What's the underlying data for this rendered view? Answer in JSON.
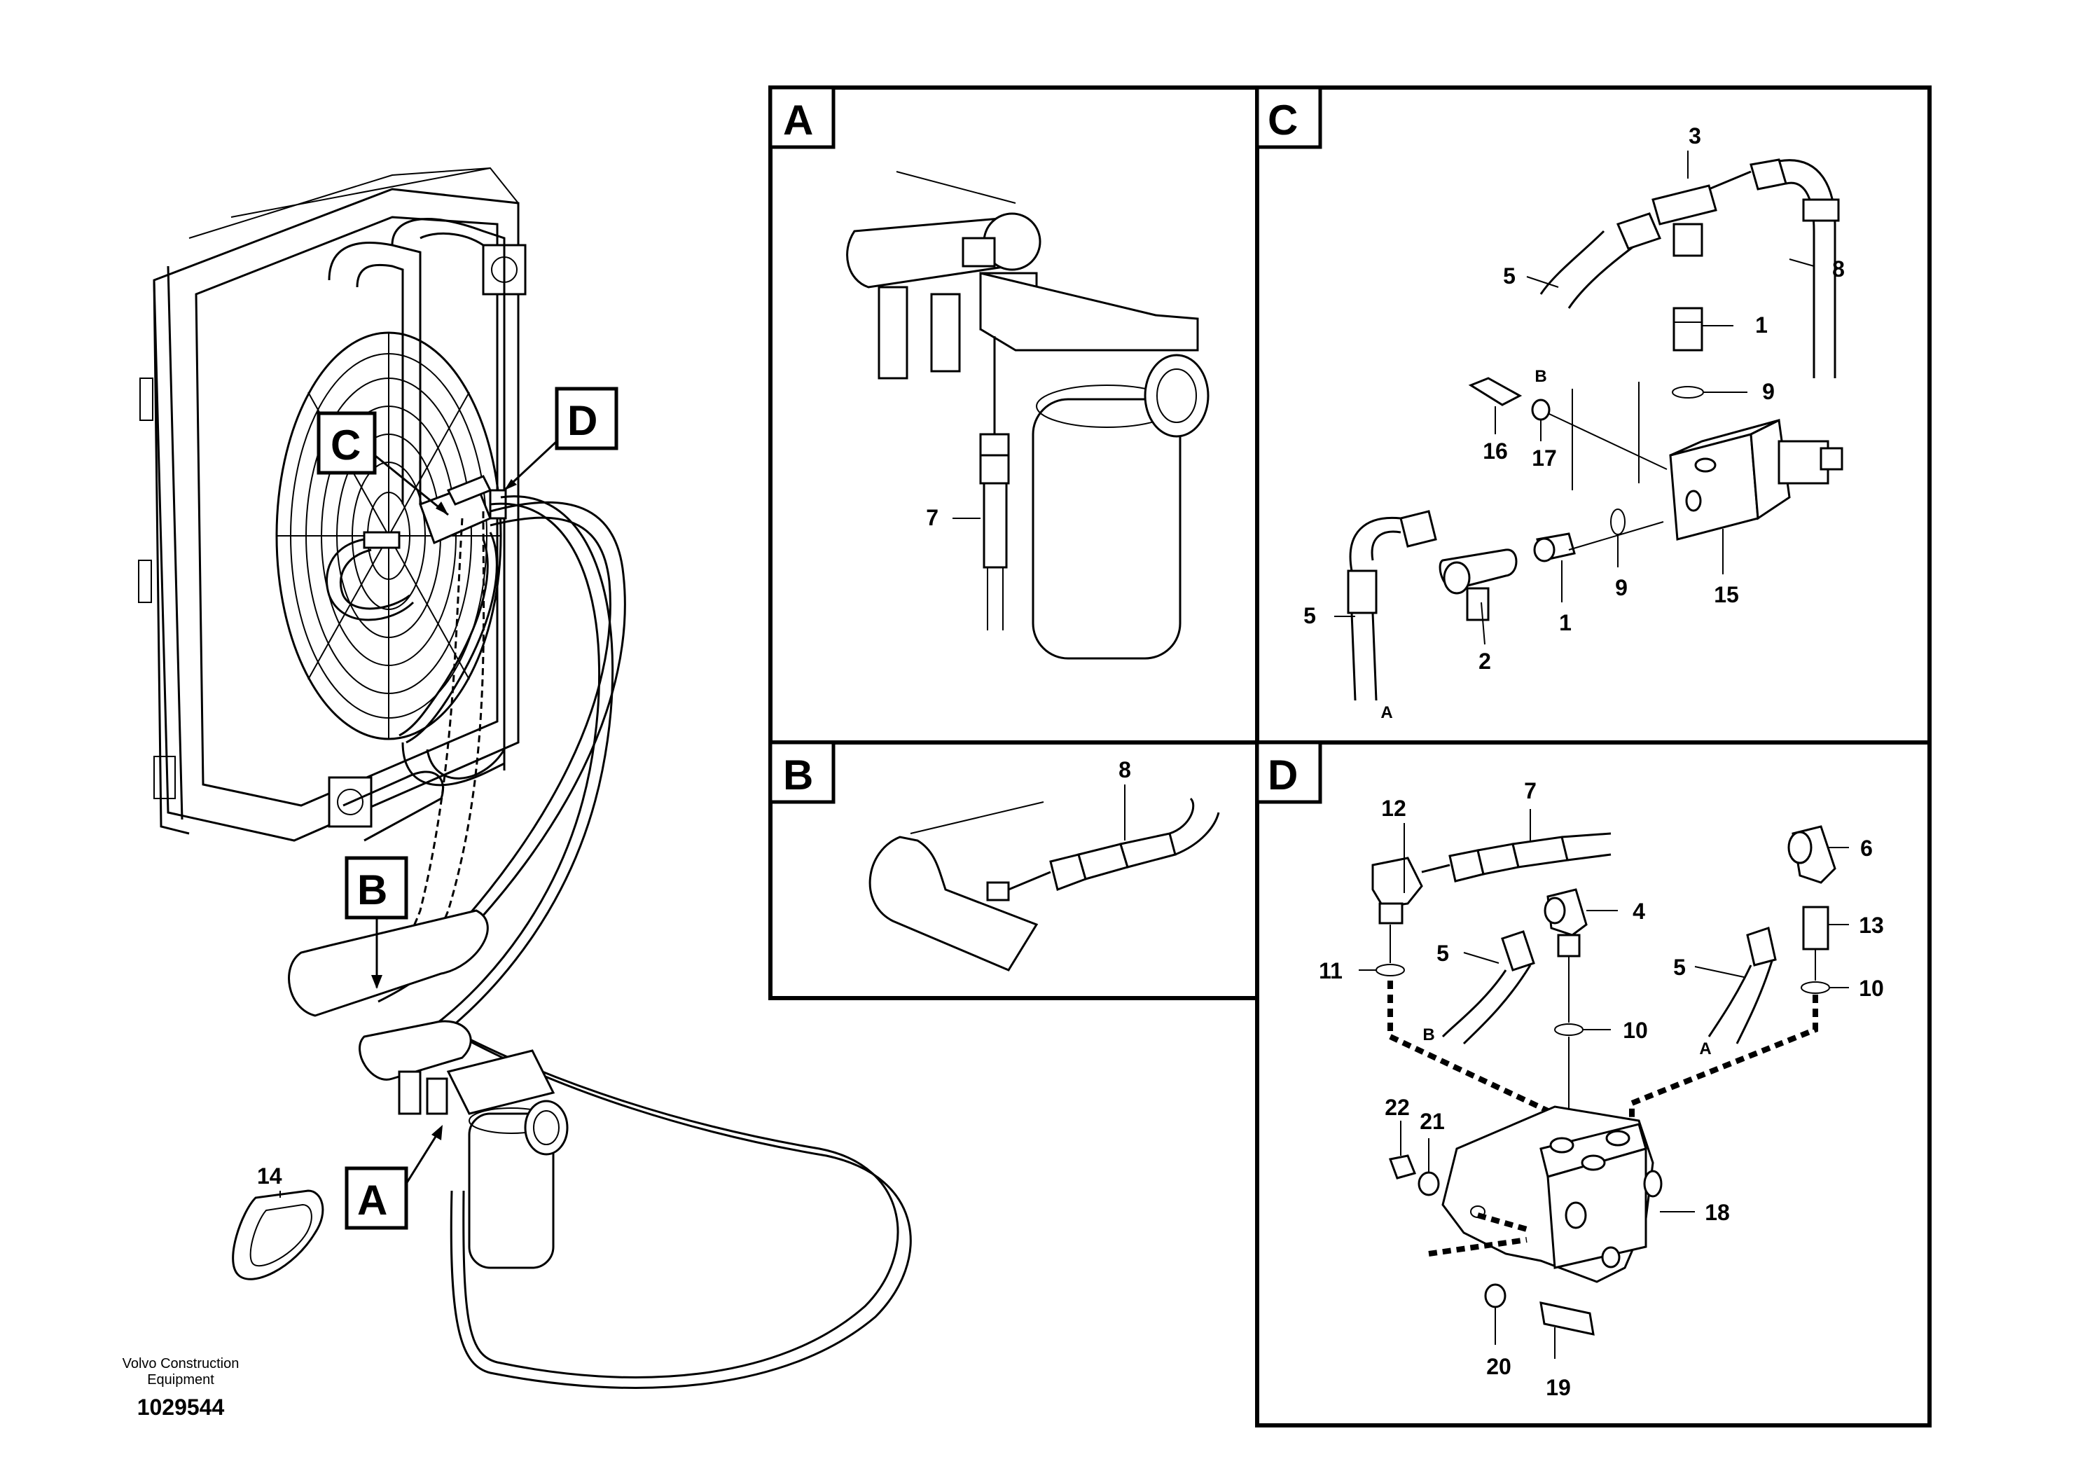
{
  "overview": {
    "view_labels": [
      "C",
      "D",
      "B",
      "A"
    ],
    "part_14": "14"
  },
  "caption": {
    "line1": "Volvo Construction",
    "line2": "Equipment",
    "figure_number": "1029544"
  },
  "panel_a": {
    "letter": "A",
    "callouts": [
      "7"
    ]
  },
  "panel_b": {
    "letter": "B",
    "callouts": [
      "8"
    ]
  },
  "panel_c": {
    "letter": "C",
    "callouts": [
      "3",
      "5",
      "8",
      "1",
      "9",
      "16",
      "17",
      "5",
      "2",
      "1",
      "9",
      "15"
    ],
    "hose_ends": [
      "B",
      "A"
    ]
  },
  "panel_d": {
    "letter": "D",
    "callouts": [
      "12",
      "7",
      "6",
      "4",
      "13",
      "5",
      "5",
      "11",
      "10",
      "10",
      "22",
      "21",
      "18",
      "20",
      "19"
    ],
    "hose_ends": [
      "B",
      "A"
    ]
  },
  "colors": {
    "line": "#000000",
    "background": "#ffffff"
  }
}
